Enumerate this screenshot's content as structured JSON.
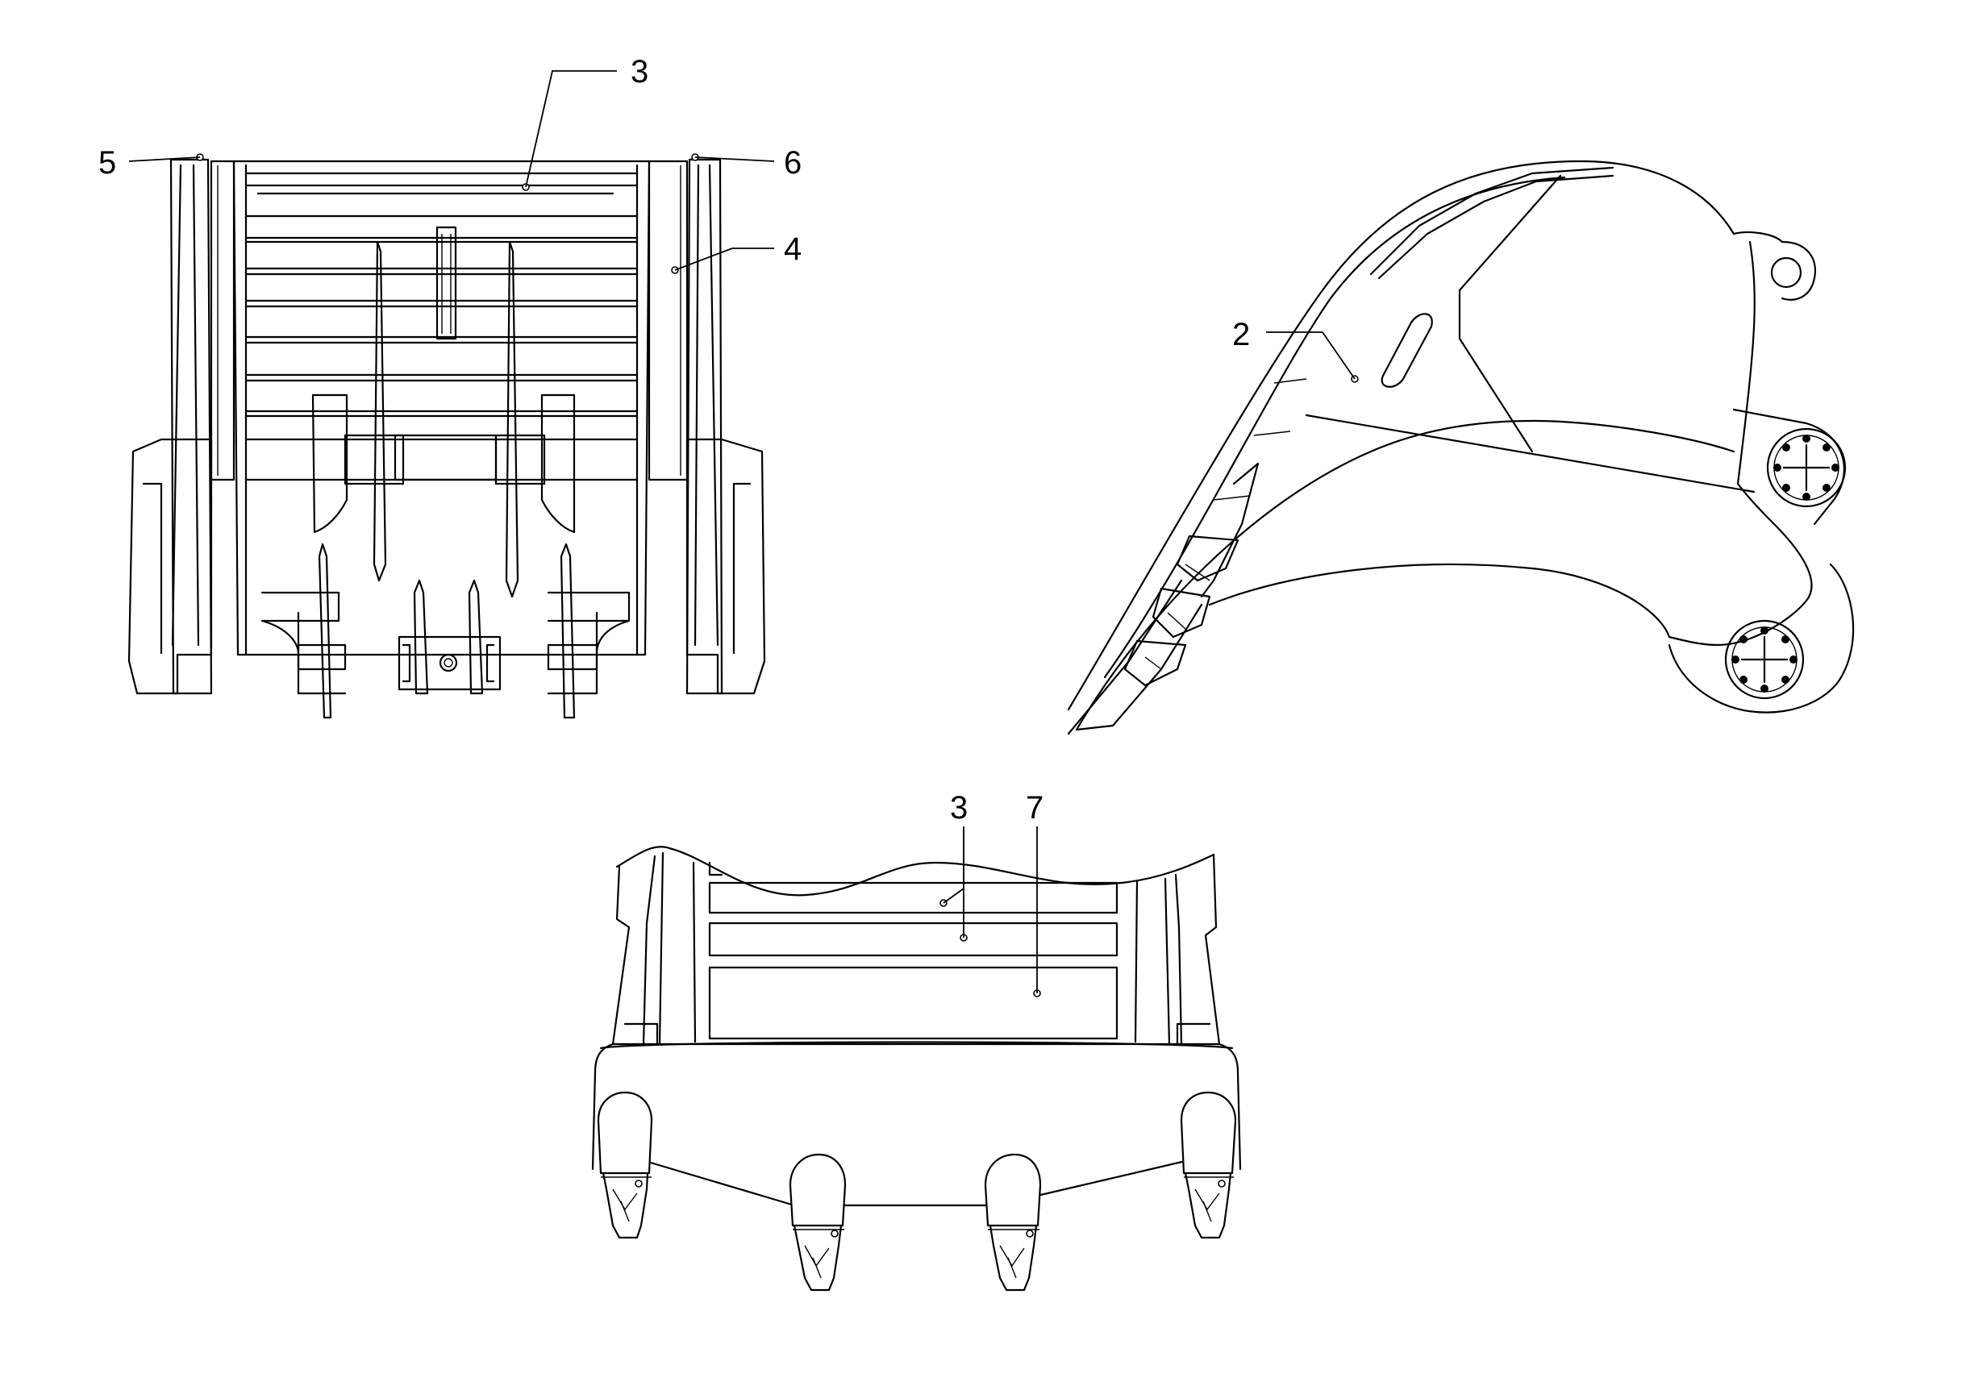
{
  "callouts": {
    "c3_top": "3",
    "c5": "5",
    "c6": "6",
    "c4": "4",
    "c2": "2",
    "c3_bottom": "3",
    "c7": "7"
  },
  "views": [
    "front-view",
    "side-view",
    "rear-view"
  ],
  "colors": {
    "line": "#000000",
    "background": "#ffffff"
  }
}
